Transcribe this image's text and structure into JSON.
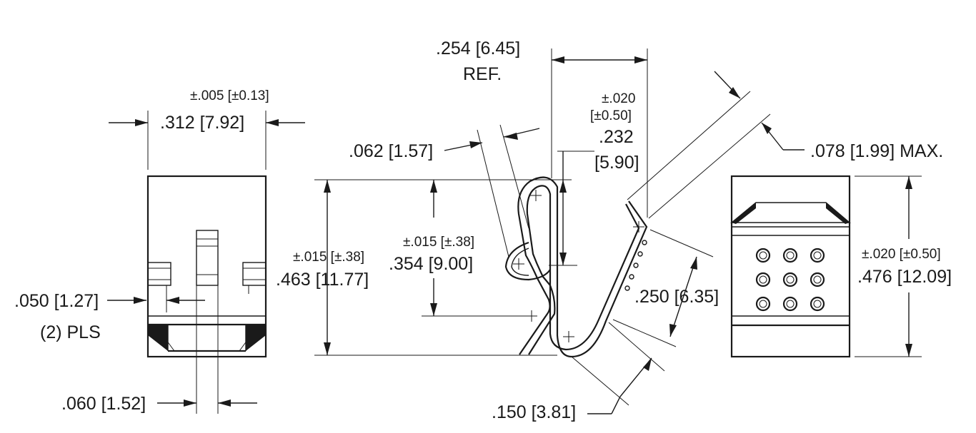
{
  "dimensions": {
    "width_tol": "±.005 [±0.13]",
    "width": ".312 [7.92]",
    "tab_width": ".050 [1.27]",
    "tab_qty": "(2) PLS",
    "slot_width": ".060 [1.52]",
    "ref_width": ".254 [6.45]",
    "ref_label": "REF.",
    "thickness": ".062 [1.57]",
    "height_tol": "±.015 [±.38]",
    "height": ".463 [11.77]",
    "inner_height_tol": "±.015 [±.38]",
    "inner_height": ".354 [9.00]",
    "top_depth_tol_1": "±.020",
    "top_depth_tol_2": "[±0.50]",
    "top_depth_1": ".232",
    "top_depth_2": "[5.90]",
    "max_opening": ".078 [1.99] MAX.",
    "arm_length": ".250 [6.35]",
    "bottom_radius": ".150 [3.81]",
    "side_height_tol": "±.020 [±0.50]",
    "side_height": ".476 [12.09]"
  }
}
